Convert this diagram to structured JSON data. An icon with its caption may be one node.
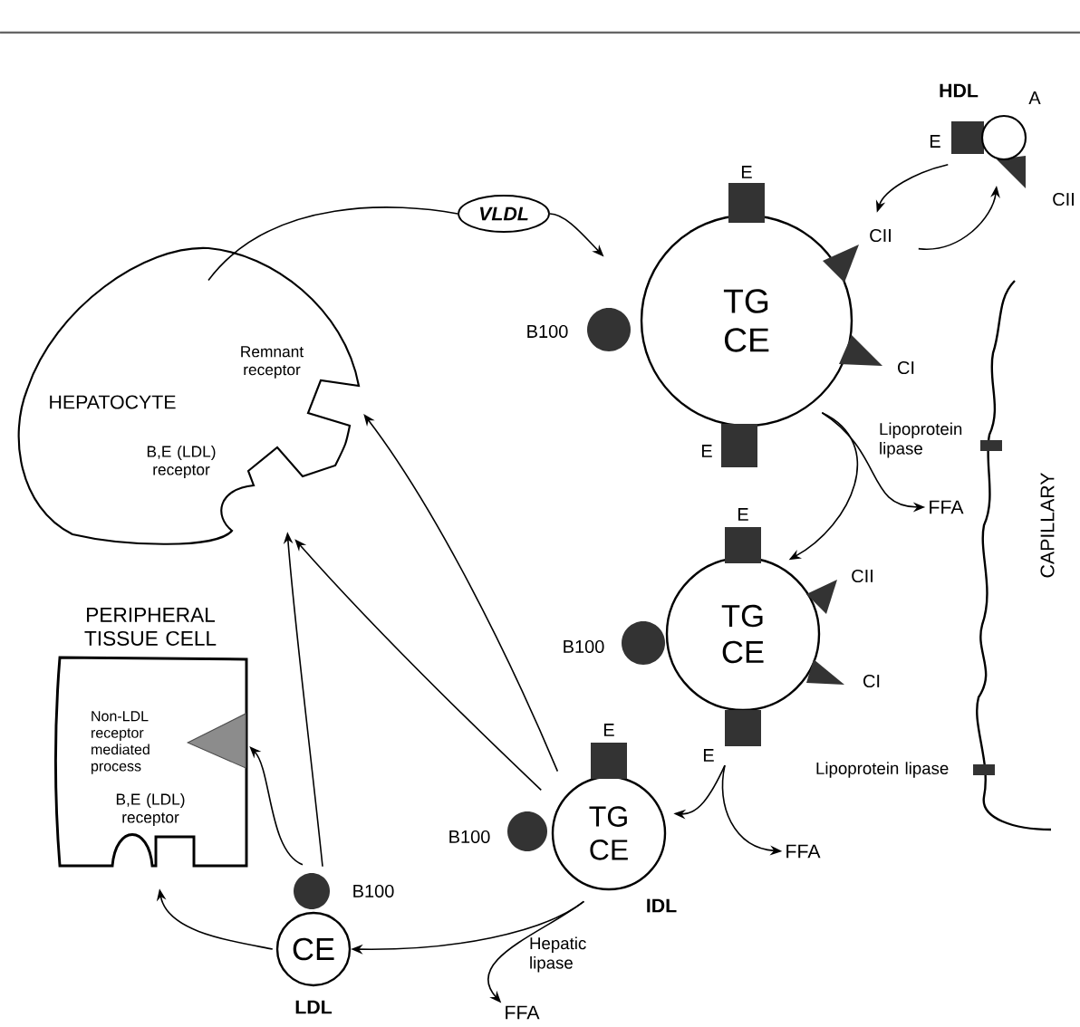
{
  "diagram": {
    "nodes": [
      {
        "text": [
          "HEPATOCYTE"
        ]
      },
      {
        "text": [
          "Remnant receptor"
        ],
        "in": 0
      },
      {
        "text": [
          "B,E (LDL) receptor"
        ],
        "in": 0
      },
      {
        "text": [
          "VLDL"
        ]
      },
      {
        "text": [
          "TG CE"
        ],
        "beside": [
          "E",
          "B100",
          "CII",
          "CI",
          "E"
        ]
      },
      {
        "text": [
          "HDL"
        ],
        "beside": [
          "E",
          "A",
          "CII"
        ]
      },
      {
        "text": [
          "TG CE"
        ],
        "beside": [
          "E",
          "B100",
          "CII",
          "CI",
          "E"
        ]
      },
      {
        "text": [
          "TG CE",
          "IDL"
        ],
        "beside": [
          "E",
          "B100"
        ]
      },
      {
        "text": [
          "CE",
          "LDL"
        ],
        "beside": [
          "B100"
        ]
      },
      {
        "text": [
          "PERIPHERAL TISSUE CELL"
        ]
      },
      {
        "text": [
          "Non-LDL receptor mediated process"
        ],
        "in": 9
      },
      {
        "text": [
          "B,E (LDL) receptor"
        ],
        "in": 9
      },
      {
        "text": [
          "CAPILLARY"
        ]
      },
      {
        "text": [
          "FFA"
        ]
      },
      {
        "text": [
          "FFA"
        ]
      },
      {
        "text": [
          "FFA"
        ]
      }
    ],
    "edges": [
      {
        "from": 0,
        "to": 3,
        "arrow": "none"
      },
      {
        "from": 3,
        "to": 4,
        "arrow": "to"
      },
      {
        "from": 5,
        "to": 4,
        "arrow": "to"
      },
      {
        "from": 4,
        "to": 5,
        "arrow": "to"
      },
      {
        "from": 4,
        "to": 6,
        "arrow": "to"
      },
      {
        "from": 4,
        "to": 13,
        "arrow": "to"
      },
      {
        "from": 6,
        "to": 7,
        "arrow": "to"
      },
      {
        "from": 6,
        "to": 14,
        "arrow": "to"
      },
      {
        "from": 7,
        "to": 8,
        "arrow": "to"
      },
      {
        "from": 7,
        "to": 15,
        "arrow": "to"
      },
      {
        "from": 7,
        "to": 1,
        "arrow": "to"
      },
      {
        "from": 7,
        "to": 2,
        "arrow": "to"
      },
      {
        "from": 8,
        "to": 2,
        "arrow": "to"
      },
      {
        "from": 8,
        "to": 10,
        "arrow": "to"
      },
      {
        "from": 8,
        "to": 11,
        "arrow": "to"
      }
    ],
    "labels": [
      "Lipoprotein lipase",
      "Lipoprotein lipase",
      "Hepatic lipase"
    ]
  }
}
